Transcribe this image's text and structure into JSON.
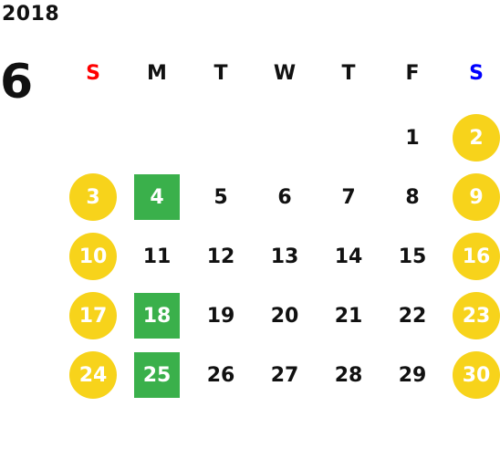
{
  "calendar": {
    "year": "2018",
    "month": "6",
    "weekdays": [
      {
        "label": "S",
        "color": "#ff0000"
      },
      {
        "label": "M",
        "color": "#111111"
      },
      {
        "label": "T",
        "color": "#111111"
      },
      {
        "label": "W",
        "color": "#111111"
      },
      {
        "label": "T",
        "color": "#111111"
      },
      {
        "label": "F",
        "color": "#111111"
      },
      {
        "label": "S",
        "color": "#0000ff"
      }
    ],
    "days": [
      {
        "day": "1",
        "week": 0,
        "weekday": 5,
        "mark": "none"
      },
      {
        "day": "2",
        "week": 0,
        "weekday": 6,
        "mark": "weekend"
      },
      {
        "day": "3",
        "week": 1,
        "weekday": 0,
        "mark": "weekend"
      },
      {
        "day": "4",
        "week": 1,
        "weekday": 1,
        "mark": "highlight"
      },
      {
        "day": "5",
        "week": 1,
        "weekday": 2,
        "mark": "none"
      },
      {
        "day": "6",
        "week": 1,
        "weekday": 3,
        "mark": "none"
      },
      {
        "day": "7",
        "week": 1,
        "weekday": 4,
        "mark": "none"
      },
      {
        "day": "8",
        "week": 1,
        "weekday": 5,
        "mark": "none"
      },
      {
        "day": "9",
        "week": 1,
        "weekday": 6,
        "mark": "weekend"
      },
      {
        "day": "10",
        "week": 2,
        "weekday": 0,
        "mark": "weekend"
      },
      {
        "day": "11",
        "week": 2,
        "weekday": 1,
        "mark": "none"
      },
      {
        "day": "12",
        "week": 2,
        "weekday": 2,
        "mark": "none"
      },
      {
        "day": "13",
        "week": 2,
        "weekday": 3,
        "mark": "none"
      },
      {
        "day": "14",
        "week": 2,
        "weekday": 4,
        "mark": "none"
      },
      {
        "day": "15",
        "week": 2,
        "weekday": 5,
        "mark": "none"
      },
      {
        "day": "16",
        "week": 2,
        "weekday": 6,
        "mark": "weekend"
      },
      {
        "day": "17",
        "week": 3,
        "weekday": 0,
        "mark": "weekend"
      },
      {
        "day": "18",
        "week": 3,
        "weekday": 1,
        "mark": "highlight"
      },
      {
        "day": "19",
        "week": 3,
        "weekday": 2,
        "mark": "none"
      },
      {
        "day": "20",
        "week": 3,
        "weekday": 3,
        "mark": "none"
      },
      {
        "day": "21",
        "week": 3,
        "weekday": 4,
        "mark": "none"
      },
      {
        "day": "22",
        "week": 3,
        "weekday": 5,
        "mark": "none"
      },
      {
        "day": "23",
        "week": 3,
        "weekday": 6,
        "mark": "weekend"
      },
      {
        "day": "24",
        "week": 4,
        "weekday": 0,
        "mark": "weekend"
      },
      {
        "day": "25",
        "week": 4,
        "weekday": 1,
        "mark": "highlight"
      },
      {
        "day": "26",
        "week": 4,
        "weekday": 2,
        "mark": "none"
      },
      {
        "day": "27",
        "week": 4,
        "weekday": 3,
        "mark": "none"
      },
      {
        "day": "28",
        "week": 4,
        "weekday": 4,
        "mark": "none"
      },
      {
        "day": "29",
        "week": 4,
        "weekday": 5,
        "mark": "none"
      },
      {
        "day": "30",
        "week": 4,
        "weekday": 6,
        "mark": "weekend"
      }
    ]
  },
  "colors": {
    "weekend": "#f7d31b",
    "highlight": "#3ab04b",
    "text": "#111111"
  }
}
